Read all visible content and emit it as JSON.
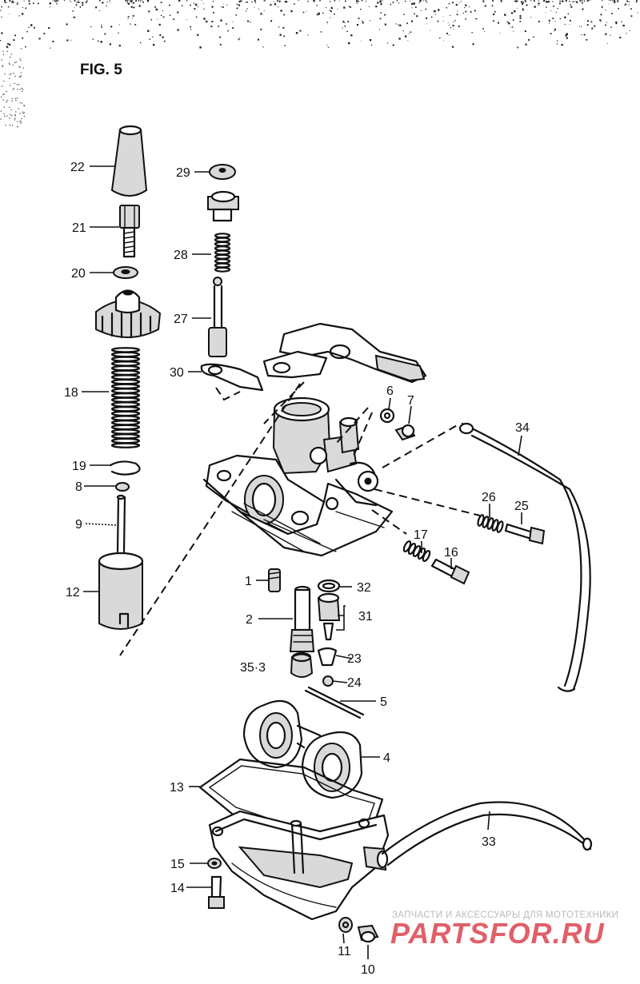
{
  "figure": {
    "title": "FIG. 5"
  },
  "callouts": [
    {
      "id": "1",
      "label": "1"
    },
    {
      "id": "2",
      "label": "2"
    },
    {
      "id": "4",
      "label": "4"
    },
    {
      "id": "5",
      "label": "5"
    },
    {
      "id": "6",
      "label": "6"
    },
    {
      "id": "7",
      "label": "7"
    },
    {
      "id": "8",
      "label": "8"
    },
    {
      "id": "9",
      "label": "9"
    },
    {
      "id": "10",
      "label": "10"
    },
    {
      "id": "11",
      "label": "11"
    },
    {
      "id": "12",
      "label": "12"
    },
    {
      "id": "13",
      "label": "13"
    },
    {
      "id": "14",
      "label": "14"
    },
    {
      "id": "15",
      "label": "15"
    },
    {
      "id": "16",
      "label": "16"
    },
    {
      "id": "17",
      "label": "17"
    },
    {
      "id": "18",
      "label": "18"
    },
    {
      "id": "19",
      "label": "19"
    },
    {
      "id": "20",
      "label": "20"
    },
    {
      "id": "21",
      "label": "21"
    },
    {
      "id": "22",
      "label": "22"
    },
    {
      "id": "23",
      "label": "23"
    },
    {
      "id": "24",
      "label": "24"
    },
    {
      "id": "25",
      "label": "25"
    },
    {
      "id": "26",
      "label": "26"
    },
    {
      "id": "27",
      "label": "27"
    },
    {
      "id": "28",
      "label": "28"
    },
    {
      "id": "29",
      "label": "29"
    },
    {
      "id": "30",
      "label": "30"
    },
    {
      "id": "31",
      "label": "31"
    },
    {
      "id": "32",
      "label": "32"
    },
    {
      "id": "33",
      "label": "33"
    },
    {
      "id": "34",
      "label": "34"
    },
    {
      "id": "35",
      "label": "35·3"
    }
  ],
  "watermark": {
    "tagline": "ЗАПЧАСТИ И АКСЕССУАРЫ ДЛЯ МОТОТЕХНИКИ",
    "logo": "PARTSFOR.RU",
    "color": "#e0606a"
  }
}
